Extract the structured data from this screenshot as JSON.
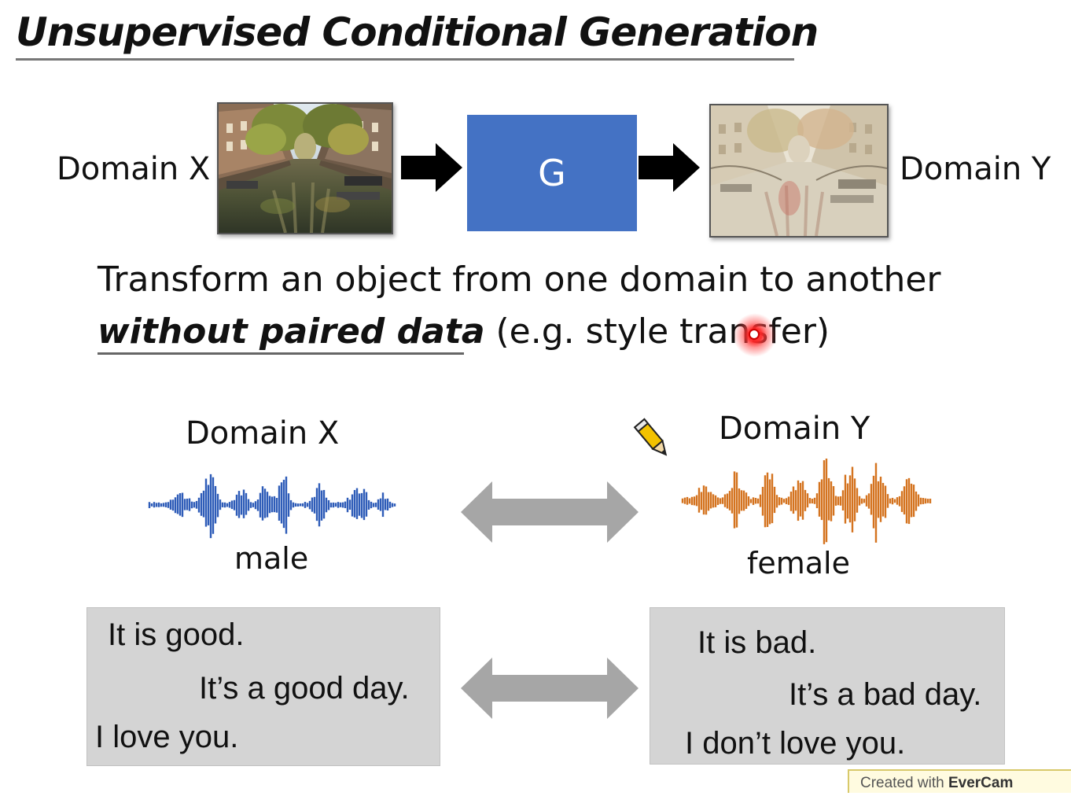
{
  "title": "Unsupervised Conditional Generation",
  "top_row": {
    "left_label": "Domain X",
    "generator_label": "G",
    "right_label": "Domain Y"
  },
  "description": {
    "line1": "Transform an object from one domain to another",
    "line2_emphasis": "without paired data",
    "line2_rest": " (e.g. style transfer)"
  },
  "voice_example": {
    "left_title": "Domain X",
    "left_caption": "male",
    "right_title": "Domain Y",
    "right_caption": "female"
  },
  "text_example": {
    "left_lines": [
      "It is good.",
      "It’s a good day.",
      "I love you."
    ],
    "right_lines": [
      "It is bad.",
      "It’s a bad day.",
      "I don’t love you."
    ]
  },
  "watermark": {
    "prefix": "Created with",
    "brand": "EverCam"
  },
  "colors": {
    "generator_box": "#4472c4",
    "male_wave": "#2e5cb8",
    "female_wave": "#d4731f",
    "arrow_black": "#000000",
    "arrow_gray": "#a6a6a6",
    "text_box": "#d4d4d4"
  },
  "icons": [
    "right-arrow-icon",
    "double-arrow-icon",
    "pencil-cursor-icon",
    "laser-pointer-icon"
  ]
}
